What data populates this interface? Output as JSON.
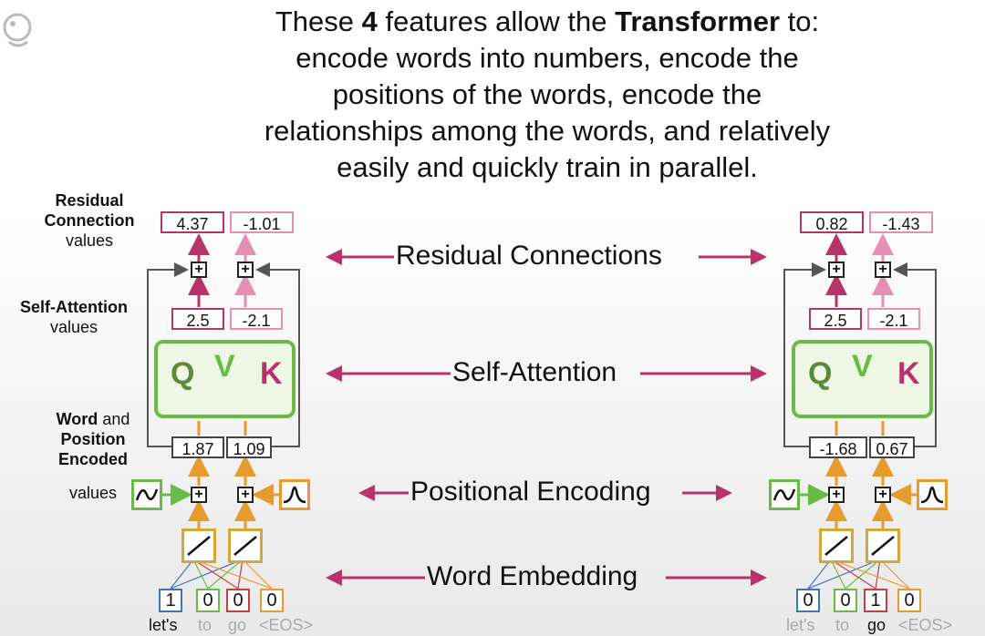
{
  "heading": {
    "prefix": "These ",
    "number": "4",
    "middle": " features allow the ",
    "name": "Transformer",
    "suffix": " to:",
    "line2": "encode words into numbers, encode the",
    "line3": "positions of the words, encode the",
    "line4": "relationships among the words, and relatively",
    "line5": "easily and quickly train in parallel."
  },
  "side_labels": {
    "residual_bold": "Residual",
    "residual_bold2": "Connection",
    "residual_plain": "values",
    "attention_bold": "Self-Attention",
    "attention_plain": "values",
    "wordpos_bold1": "Word",
    "wordpos_plain1": " and",
    "wordpos_bold2": "Position",
    "wordpos_bold3": "Encoded",
    "wordpos_plain2": "values"
  },
  "feature_labels": {
    "residual": "Residual Connections",
    "attention": "Self-Attention",
    "positional": "Positional Encoding",
    "embedding": "Word Embedding"
  },
  "attention_letters": {
    "q": "Q",
    "v": "V",
    "k": "K"
  },
  "plus_symbol": "+",
  "encoder": {
    "residual": [
      "4.37",
      "-1.01"
    ],
    "attention": [
      "2.5",
      "-2.1"
    ],
    "encoded": [
      "1.87",
      "1.09"
    ],
    "onehot": [
      "1",
      "0",
      "0",
      "0"
    ],
    "words": [
      "let's",
      "to",
      "go",
      "<EOS>"
    ],
    "active_word": 0
  },
  "decoder": {
    "residual": [
      "0.82",
      "-1.43"
    ],
    "attention": [
      "2.5",
      "-2.1"
    ],
    "encoded": [
      "-1.68",
      "0.67"
    ],
    "onehot": [
      "0",
      "0",
      "1",
      "0"
    ],
    "words": [
      "let's",
      "to",
      "go",
      "<EOS>"
    ],
    "active_word": 2
  },
  "colors": {
    "crimson": "#b8336a",
    "pink": "#e58fb2",
    "green": "#6abb45",
    "orange": "#e79a2e",
    "gold": "#d7a63a",
    "blue": "#3f75b5",
    "red": "#c44040"
  }
}
